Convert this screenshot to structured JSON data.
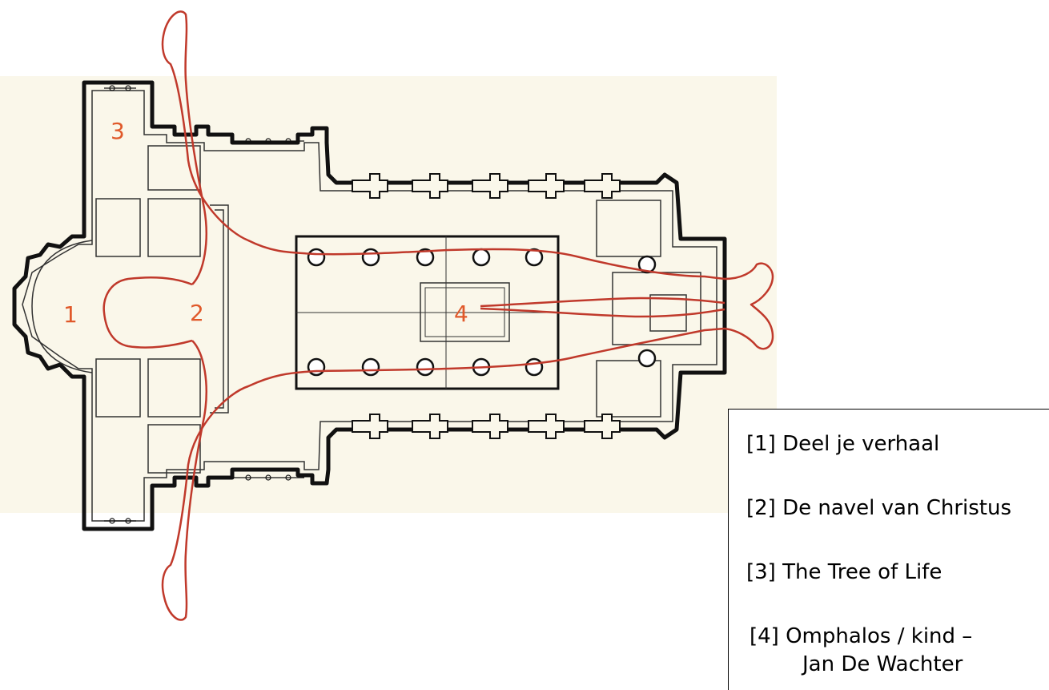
{
  "plan_labels": {
    "l1": "1",
    "l2": "2",
    "l3": "3",
    "l4": "4"
  },
  "colors": {
    "figure_line": "#c0392b",
    "label": "#e0592a",
    "background_tint": "#faf7ea",
    "wall": "#111111"
  },
  "legend": {
    "items": [
      "[1] Deel je verhaal",
      "[2] De navel van Christus",
      "[3]  The Tree of Life",
      "[4] Omphalos / kind –",
      "Jan De Wachter"
    ]
  }
}
